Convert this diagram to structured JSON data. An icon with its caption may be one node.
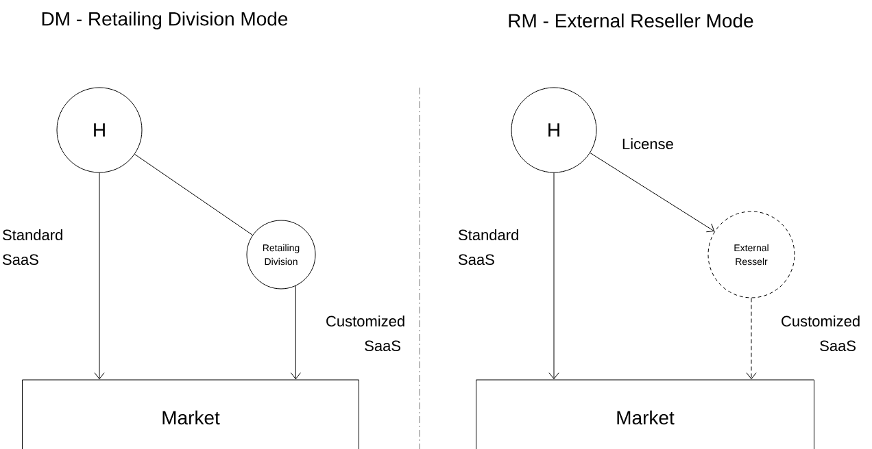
{
  "diagram": {
    "nodes": [
      {
        "text": [
          "H"
        ]
      },
      {
        "text": [
          "Retailing Division"
        ]
      },
      {
        "text": [
          "Market"
        ]
      },
      {
        "text": [
          "H"
        ]
      },
      {
        "text": [
          "External Resselr"
        ]
      },
      {
        "text": [
          "Market"
        ]
      }
    ],
    "edges": [
      {
        "from": 0,
        "to": 2,
        "arrow": "to",
        "label": "Standard SaaS"
      },
      {
        "from": 0,
        "to": 1,
        "arrow": "none"
      },
      {
        "from": 1,
        "to": 2,
        "arrow": "to",
        "label": "Customized SaaS"
      },
      {
        "from": 3,
        "to": 5,
        "arrow": "to",
        "label": "Standard SaaS"
      },
      {
        "from": 3,
        "to": 4,
        "arrow": "to",
        "label": "License"
      },
      {
        "from": 4,
        "to": 5,
        "arrow": "to",
        "label": "Customized SaaS",
        "style": "dashed"
      }
    ],
    "labels": [
      "DM - Retailing Division Mode",
      "RM - External Reseller Mode"
    ]
  }
}
